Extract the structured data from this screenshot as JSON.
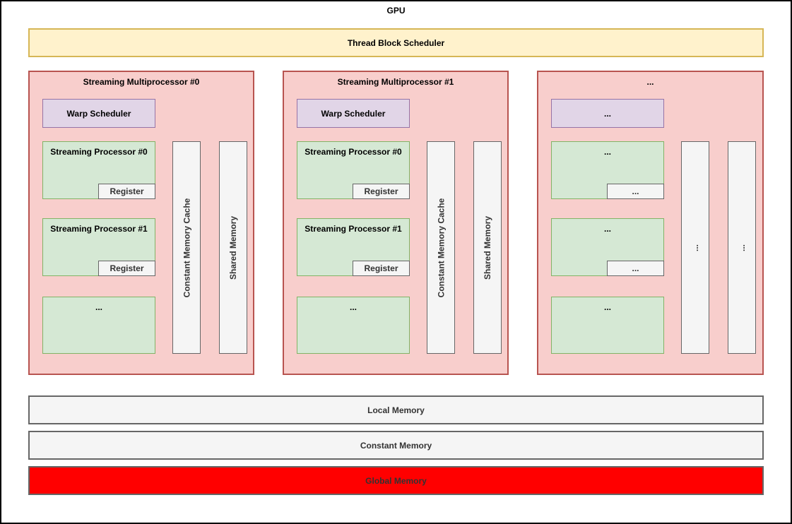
{
  "gpu": {
    "title": "GPU",
    "thread_block_scheduler": "Thread Block Scheduler"
  },
  "sms": [
    {
      "title": "Streaming Multiprocessor #0",
      "warp_scheduler": "Warp Scheduler",
      "processors": [
        {
          "label": "Streaming Processor #0",
          "register": "Register"
        },
        {
          "label": "Streaming Processor #1",
          "register": "Register"
        },
        {
          "label": "..."
        }
      ],
      "constant_memory_cache": "Constant Memory Cache",
      "shared_memory": "Shared Memory"
    },
    {
      "title": "Streaming Multiprocessor #1",
      "warp_scheduler": "Warp Scheduler",
      "processors": [
        {
          "label": "Streaming Processor #0",
          "register": "Register"
        },
        {
          "label": "Streaming Processor #1",
          "register": "Register"
        },
        {
          "label": "..."
        }
      ],
      "constant_memory_cache": "Constant Memory Cache",
      "shared_memory": "Shared Memory"
    },
    {
      "title": "...",
      "warp_scheduler": "...",
      "processors": [
        {
          "label": "...",
          "register": "..."
        },
        {
          "label": "...",
          "register": "..."
        },
        {
          "label": "..."
        }
      ],
      "constant_memory_cache": "...",
      "shared_memory": "..."
    }
  ],
  "memories": {
    "local": "Local Memory",
    "constant": "Constant Memory",
    "global": "Global Memory"
  },
  "colors": {
    "sm_fill": "#f8cecc",
    "sm_border": "#b85450",
    "scheduler_fill": "#fff2cc",
    "scheduler_border": "#d6b656",
    "warp_fill": "#e1d5e7",
    "warp_border": "#9673a6",
    "processor_fill": "#d5e8d4",
    "processor_border": "#82b366",
    "gray_fill": "#f5f5f5",
    "gray_border": "#666666",
    "global_memory_fill": "#ff0000",
    "outer_border": "#000000"
  }
}
